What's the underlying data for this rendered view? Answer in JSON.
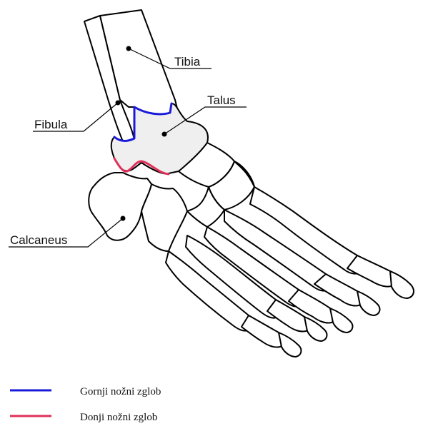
{
  "labels": {
    "tibia": "Tibia",
    "talus": "Talus",
    "fibula": "Fibula",
    "calcaneus": "Calcaneus"
  },
  "legend": [
    {
      "label": "Gornji nožni zglob",
      "color": "#1a1adb"
    },
    {
      "label": "Donji nožni zglob",
      "color": "#e0305a"
    }
  ]
}
